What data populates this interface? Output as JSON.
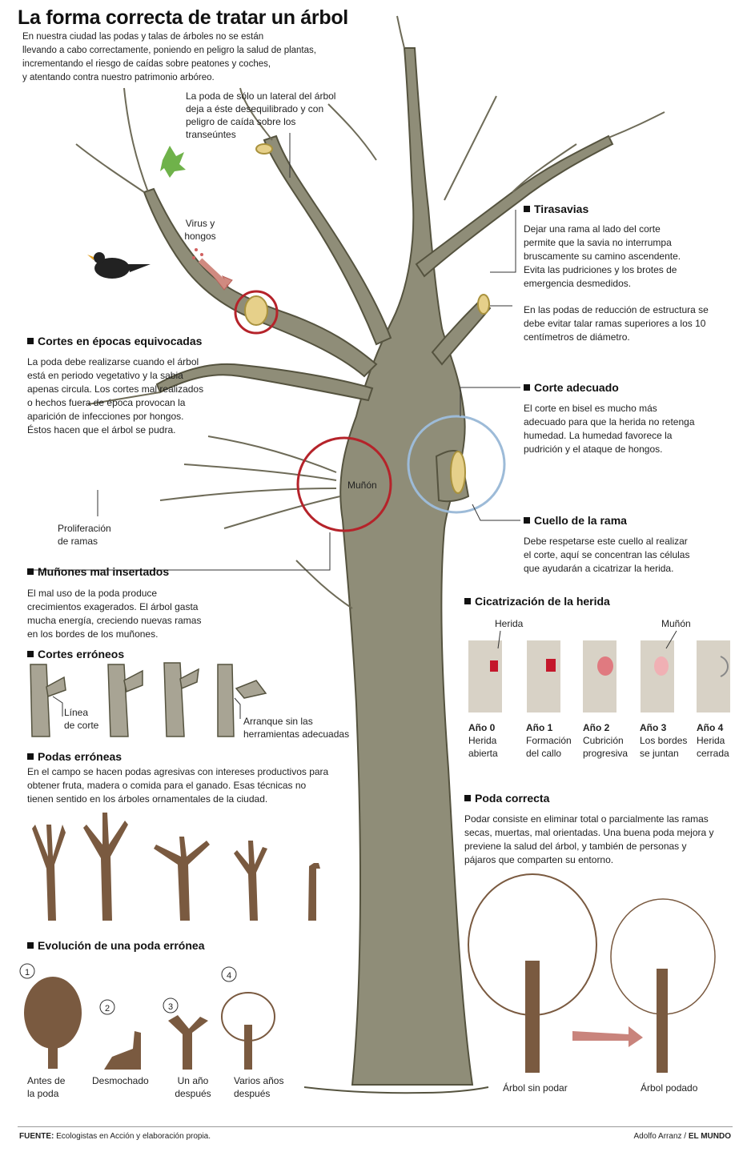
{
  "title": "La forma correcta de tratar un árbol",
  "intro": [
    "En nuestra ciudad las podas y talas de árboles no se están",
    "llevando a cabo correctamente, poniendo en peligro la salud de plantas,",
    "incrementando el riesgo de caídas sobre peatones y coches,",
    "y atentando contra nuestro patrimonio arbóreo."
  ],
  "lateral_note": [
    "La poda de sólo un lateral del árbol",
    "deja a éste desequilibrado y con",
    "peligro de caída sobre los",
    "transeúntes"
  ],
  "virus": [
    "Virus y",
    "hongos"
  ],
  "cortes_epocas": {
    "heading": "Cortes en épocas equivocadas",
    "text": [
      "La poda debe realizarse cuando el árbol",
      "está en periodo vegetativo y la sabia",
      "apenas circula. Los cortes mal realizados",
      "o hechos fuera de época provocan la",
      "aparición de infecciones por hongos.",
      "Éstos hacen que el árbol se pudra."
    ]
  },
  "munon_label": "Muñón",
  "proliferacion": [
    "Proliferación",
    "de ramas"
  ],
  "munones": {
    "heading": "Muñones mal insertados",
    "text": [
      "El mal uso de la poda produce",
      "crecimientos exagerados. El árbol gasta",
      "mucha energía, creciendo nuevas ramas",
      "en los bordes de los muñones."
    ]
  },
  "cortes_erroneos": {
    "heading": "Cortes erróneos",
    "linea": [
      "Línea",
      "de corte"
    ],
    "arranque": [
      "Arranque sin las",
      "herramientas adecuadas"
    ]
  },
  "podas_erroneas": {
    "heading": "Podas erróneas",
    "text": [
      "En el campo se hacen podas agresivas con intereses productivos para",
      "obtener fruta, madera o comida para el ganado. Esas técnicas no",
      "tienen sentido en los árboles ornamentales de la ciudad."
    ]
  },
  "evolucion": {
    "heading": "Evolución de una poda errónea",
    "steps": [
      {
        "num": "1",
        "label": [
          "Antes de",
          "la poda"
        ]
      },
      {
        "num": "2",
        "label": [
          "Desmochado"
        ]
      },
      {
        "num": "3",
        "label": [
          "Un año",
          "después"
        ]
      },
      {
        "num": "4",
        "label": [
          "Varios años",
          "después"
        ]
      }
    ]
  },
  "tirasavias": {
    "heading": "Tirasavias",
    "text": [
      "Dejar una rama al lado del corte",
      "permite que la savia no interrumpa",
      "bruscamente su camino ascendente.",
      "Evita las pudriciones y los brotes de",
      "emergencia desmedidos."
    ]
  },
  "reduccion": [
    "En las podas de reducción de estructura se",
    "debe evitar talar ramas superiores a los 10",
    "centímetros de diámetro."
  ],
  "corte_adecuado": {
    "heading": "Corte adecuado",
    "text": [
      "El corte en bisel es mucho más",
      "adecuado para que la herida no retenga",
      "humedad. La humedad favorece la",
      "pudrición y el ataque de hongos."
    ]
  },
  "cuello": {
    "heading": "Cuello de la rama",
    "text": [
      "Debe respetarse este cuello al realizar",
      "el corte, aquí se concentran las células",
      "que ayudarán a cicatrizar la herida."
    ]
  },
  "cicatrizacion": {
    "heading": "Cicatrización de la herida",
    "herida": "Herida",
    "munon": "Muñón",
    "years": [
      {
        "year": "Año 0",
        "desc": [
          "Herida",
          "abierta"
        ]
      },
      {
        "year": "Año 1",
        "desc": [
          "Formación",
          "del callo"
        ]
      },
      {
        "year": "Año 2",
        "desc": [
          "Cubrición",
          "progresiva"
        ]
      },
      {
        "year": "Año 3",
        "desc": [
          "Los bordes",
          "se juntan"
        ]
      },
      {
        "year": "Año 4",
        "desc": [
          "Herida",
          "cerrada"
        ]
      }
    ]
  },
  "poda_correcta": {
    "heading": "Poda correcta",
    "text": [
      "Podar consiste en eliminar total o parcialmente las ramas",
      "secas, muertas, mal orientadas. Una buena poda mejora y",
      "previene la salud del árbol, y también de personas y",
      "pájaros que comparten su entorno."
    ],
    "sin_podar": "Árbol sin podar",
    "podado": "Árbol podado"
  },
  "footer": {
    "label": "FUENTE:",
    "text": " Ecologistas en Acción y elaboración propia."
  },
  "credit": {
    "author": "Adolfo Arranz / ",
    "paper": "EL MUNDO"
  },
  "colors": {
    "bark": "#8f8d78",
    "bark_dark": "#6e6b58",
    "brown": "#7a5a40",
    "red": "#b5232a",
    "blue": "#9dbbd8"
  }
}
